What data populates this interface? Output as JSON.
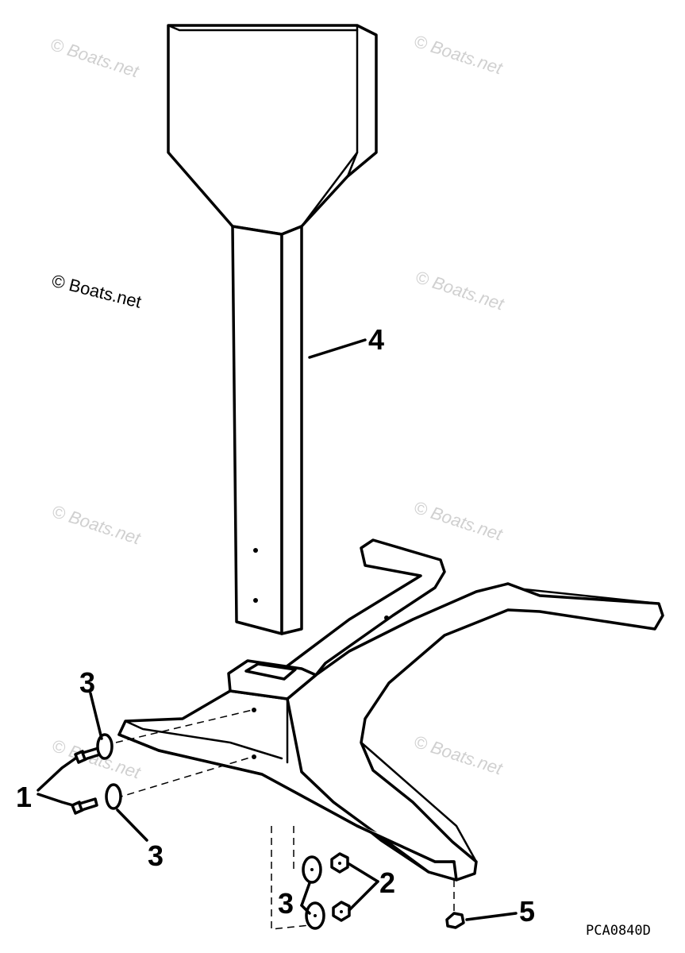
{
  "diagram": {
    "part_code": "PCA0840D",
    "watermark": "© Boats.net",
    "callouts": {
      "c1": "1",
      "c2": "2",
      "c3_top": "3",
      "c3_bottom_left": "3",
      "c3_bottom_center": "3",
      "c4": "4",
      "c5": "5"
    }
  },
  "colors": {
    "line": "#000000",
    "background": "#ffffff",
    "watermark": "#d0d0d0"
  }
}
